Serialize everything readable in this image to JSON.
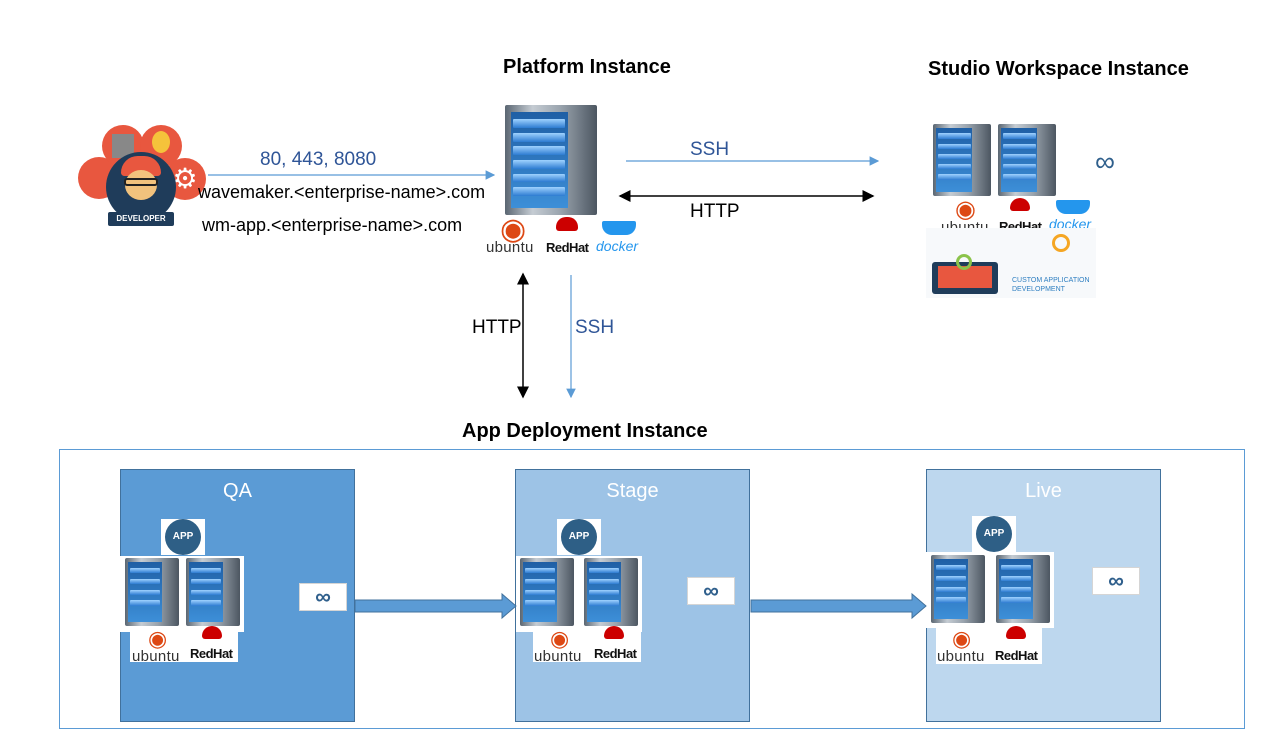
{
  "titles": {
    "platform": "Platform Instance",
    "studio": "Studio Workspace Instance",
    "deployment": "App Deployment Instance"
  },
  "developer": {
    "badge": "DEVELOPER",
    "ports": "80, 443, 8080",
    "domain1": "wavemaker.<enterprise-name>.com",
    "domain2": "wm-app.<enterprise-name>.com"
  },
  "connections": {
    "ssh_right": "SSH",
    "http_right": "HTTP",
    "http_down": "HTTP",
    "ssh_down": "SSH"
  },
  "logos": {
    "ubuntu": "ubuntu",
    "redhat": "RedHat",
    "docker": "docker",
    "app": "APP",
    "custom_dev_line1": "CUSTOM APPLICATION",
    "custom_dev_line2": "DEVELOPMENT"
  },
  "environments": [
    {
      "name": "QA",
      "color": "#5b9bd5"
    },
    {
      "name": "Stage",
      "color": "#9dc3e6"
    },
    {
      "name": "Live",
      "color": "#bdd7ee"
    }
  ],
  "colors": {
    "arrow_blue": "#5b9bd5",
    "frame_border": "#41719c",
    "label_blue": "#2f5597"
  }
}
